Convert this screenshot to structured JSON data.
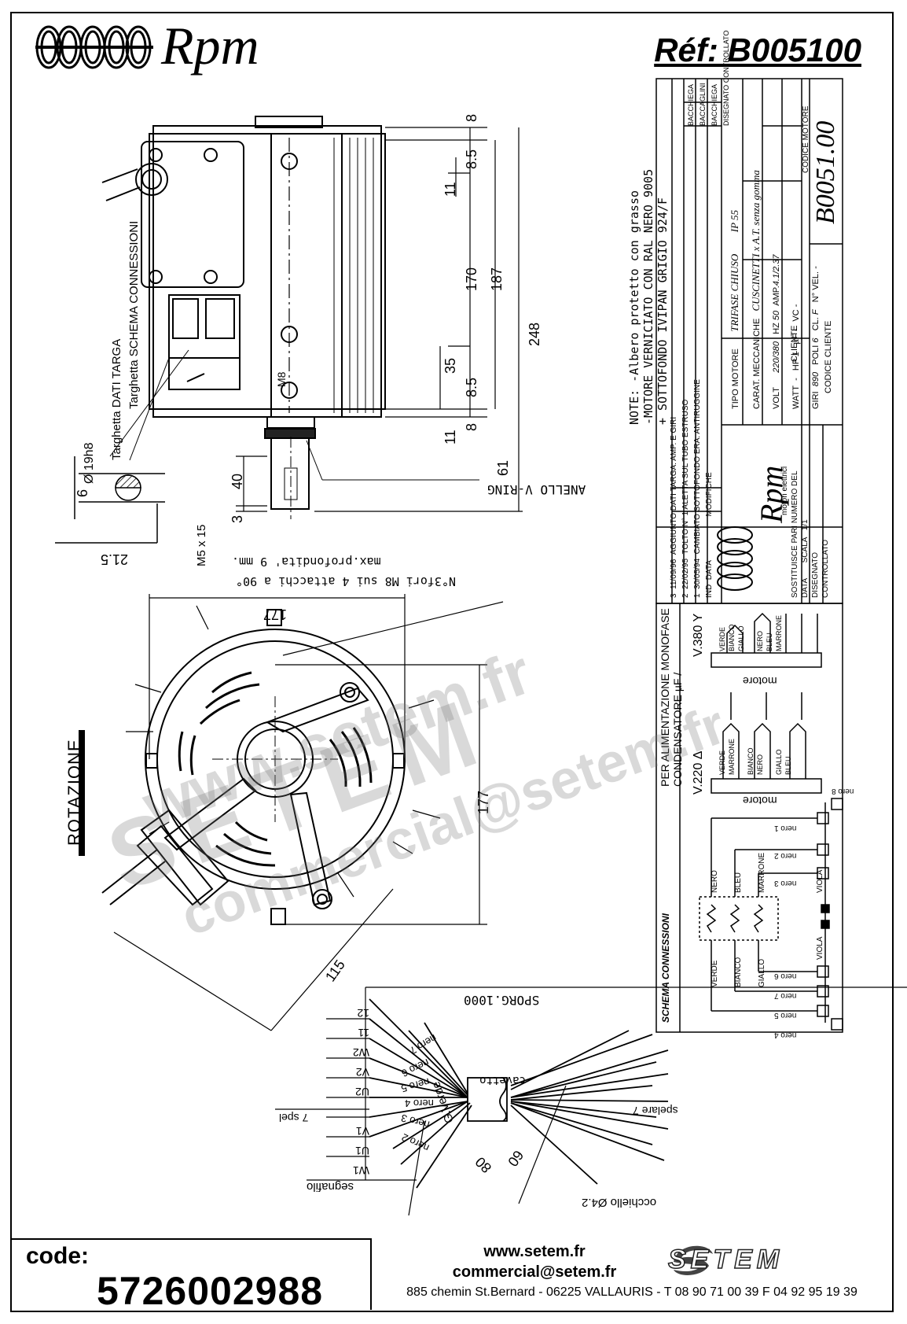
{
  "header": {
    "brand": "Rpm",
    "reference": "Réf:  B005100"
  },
  "notes": {
    "line1": "NOTE: -Albero protetto con grasso",
    "line2": "-MOTORE VERNICIATO CON RAL NERO 9005",
    "line3": "+ SOTTOFONDO IVIPAN GRIGIO 924/F"
  },
  "labels": {
    "rotazione": "ROTAZIONE",
    "targhetta_dati": "Targhetta DATI TARGA",
    "targhetta_schema": "Targhetta SCHEMA CONNESSIONI",
    "anello": "ANELLO V-RING",
    "fori": "N°3fori M8 sui 4 attacchi a 90°",
    "profondita": "max.profondita' 9 mm.",
    "sporg": "SPORG.1000",
    "cavetto": "cavetto",
    "segnafilo": "segnafilo",
    "occhiello": "occhiello Ø4.2",
    "spelare": "spelare 7",
    "spel": "7 spel",
    "gverde": "G.Verde",
    "m5": "M5 x 15",
    "diam19": "Ø 19h8",
    "m8": "M8"
  },
  "dimensions": {
    "d8a": "8",
    "d85a": "8.5",
    "d11a": "11",
    "d170": "170",
    "d187": "187",
    "d248": "248",
    "d35": "35",
    "d85b": "8.5",
    "d11b": "11",
    "d8b": "8",
    "d61": "61",
    "d40": "40",
    "d3": "3",
    "d6": "6",
    "d215": "21.5",
    "d177a": "177",
    "d177b": "177",
    "d115": "115",
    "d80": "80",
    "d60": "60"
  },
  "wire_labels": [
    "12",
    "11",
    "W2",
    "V2",
    "U2",
    "V1",
    "U1",
    "W1"
  ],
  "black_wires": [
    "nero 7",
    "nero 6",
    "nero 5",
    "nero 4",
    "nero 3",
    "nero 2"
  ],
  "title_block": {
    "tipo_motore_label": "TIPO MOTORE",
    "tipo_motore": "TRIFASE CHIUSO",
    "ip": "IP 55",
    "carat_label": "CARAT. MECCANICHE",
    "carat": "CUSCINETTI x A.T. senza gomma",
    "volt_label": "VOLT",
    "volt": "220/380",
    "hz_label": "HZ",
    "hz": "50",
    "amp_label": "AMP.",
    "amp": "4.1/2.37",
    "watt_label": "WATT",
    "watt": "-",
    "hp_label": "HP",
    "hp": "1",
    "uf_label": "µF",
    "uf": "-",
    "vc_label": "VC",
    "vc": "-",
    "giri_label": "GIRI",
    "giri": "890",
    "poli_label": "POLI",
    "poli": "6",
    "cl_label": "CL.",
    "cl": "F",
    "vel_label": "N° VEL.",
    "vel": "-",
    "cliente_label": "CLIENTE",
    "codice_cliente_label": "CODICE CLIENTE",
    "codice_motore_label": "CODICE MOTORE",
    "codice_motore": "B0051.00",
    "sostituisce": "SOSTITUISCE PARI NUMERO DEL",
    "data_label": "DATA",
    "scala_label": "SCALA",
    "scala": "1/1",
    "disegnato_label": "DISEGNATO",
    "controllato_label": "CONTROLLATO",
    "company": "Rpm",
    "company_sub": "motori elettrici",
    "modifiche_label": "MODIFICHE",
    "disegnato_h": "DISEGNATO",
    "controllato_h": "CONTROLLATO",
    "ind_label": "IND",
    "data_h": "DATA",
    "revisions": [
      {
        "ind": "3",
        "data": "11/09/96",
        "text": "AGGIUNTO DATI TARGA: AMP. E GIRI",
        "by": "BACCHIEGA"
      },
      {
        "ind": "2",
        "data": "22/02/95",
        "text": "TOLTO N° 1 ALETTA SUL TUBO ESTRUSO",
        "by": "BACCAGLINI"
      },
      {
        "ind": "1",
        "data": "30/05/94",
        "text": "CAMBIATO SOTTOFONDO ERA: ANTIRUGGINE",
        "by": "BACCHIEGA"
      }
    ]
  },
  "wiring": {
    "title1": "PER ALIMENTAZIONE MONOFASE",
    "title2": "CONDENSATORE µF /",
    "v220": "V.220 Δ",
    "v380": "V.380 Y",
    "motore": "motore",
    "colors_a": [
      "VERDE",
      "MARRONE",
      "BIANCO",
      "NERO",
      "GIALLO",
      "BLEU"
    ],
    "colors_b": [
      "VERDE",
      "BIANCO",
      "GIALLO",
      "NERO",
      "BLEU",
      "MARRONE"
    ],
    "schema_title": "SCHEMA CONNESSIONI",
    "schema_left": [
      "VERDE",
      "BIANCO",
      "GIALLO"
    ],
    "schema_right": [
      "NERO",
      "BLEU",
      "MARRONE"
    ],
    "viola": "VIOLA",
    "terminals_top": [
      "nero 1",
      "nero 2",
      "nero 3",
      "nero 8"
    ],
    "terminals_bottom": [
      "nero 6",
      "nero 7",
      "nero 5",
      "nero 4"
    ]
  },
  "footer": {
    "code_label": "code:",
    "code_value": "5726002988",
    "website": "www.setem.fr",
    "email": "commercial@setem.fr",
    "address": "885 chemin St.Bernard  -  06225 VALLAURIS  -  T 08 90 71 00 39   F 04 92 95 19 39",
    "logo": "SETEM"
  },
  "watermark": {
    "line1": "www.setem.fr",
    "line2": "SETEM",
    "line3": "commercial@setem.fr"
  }
}
